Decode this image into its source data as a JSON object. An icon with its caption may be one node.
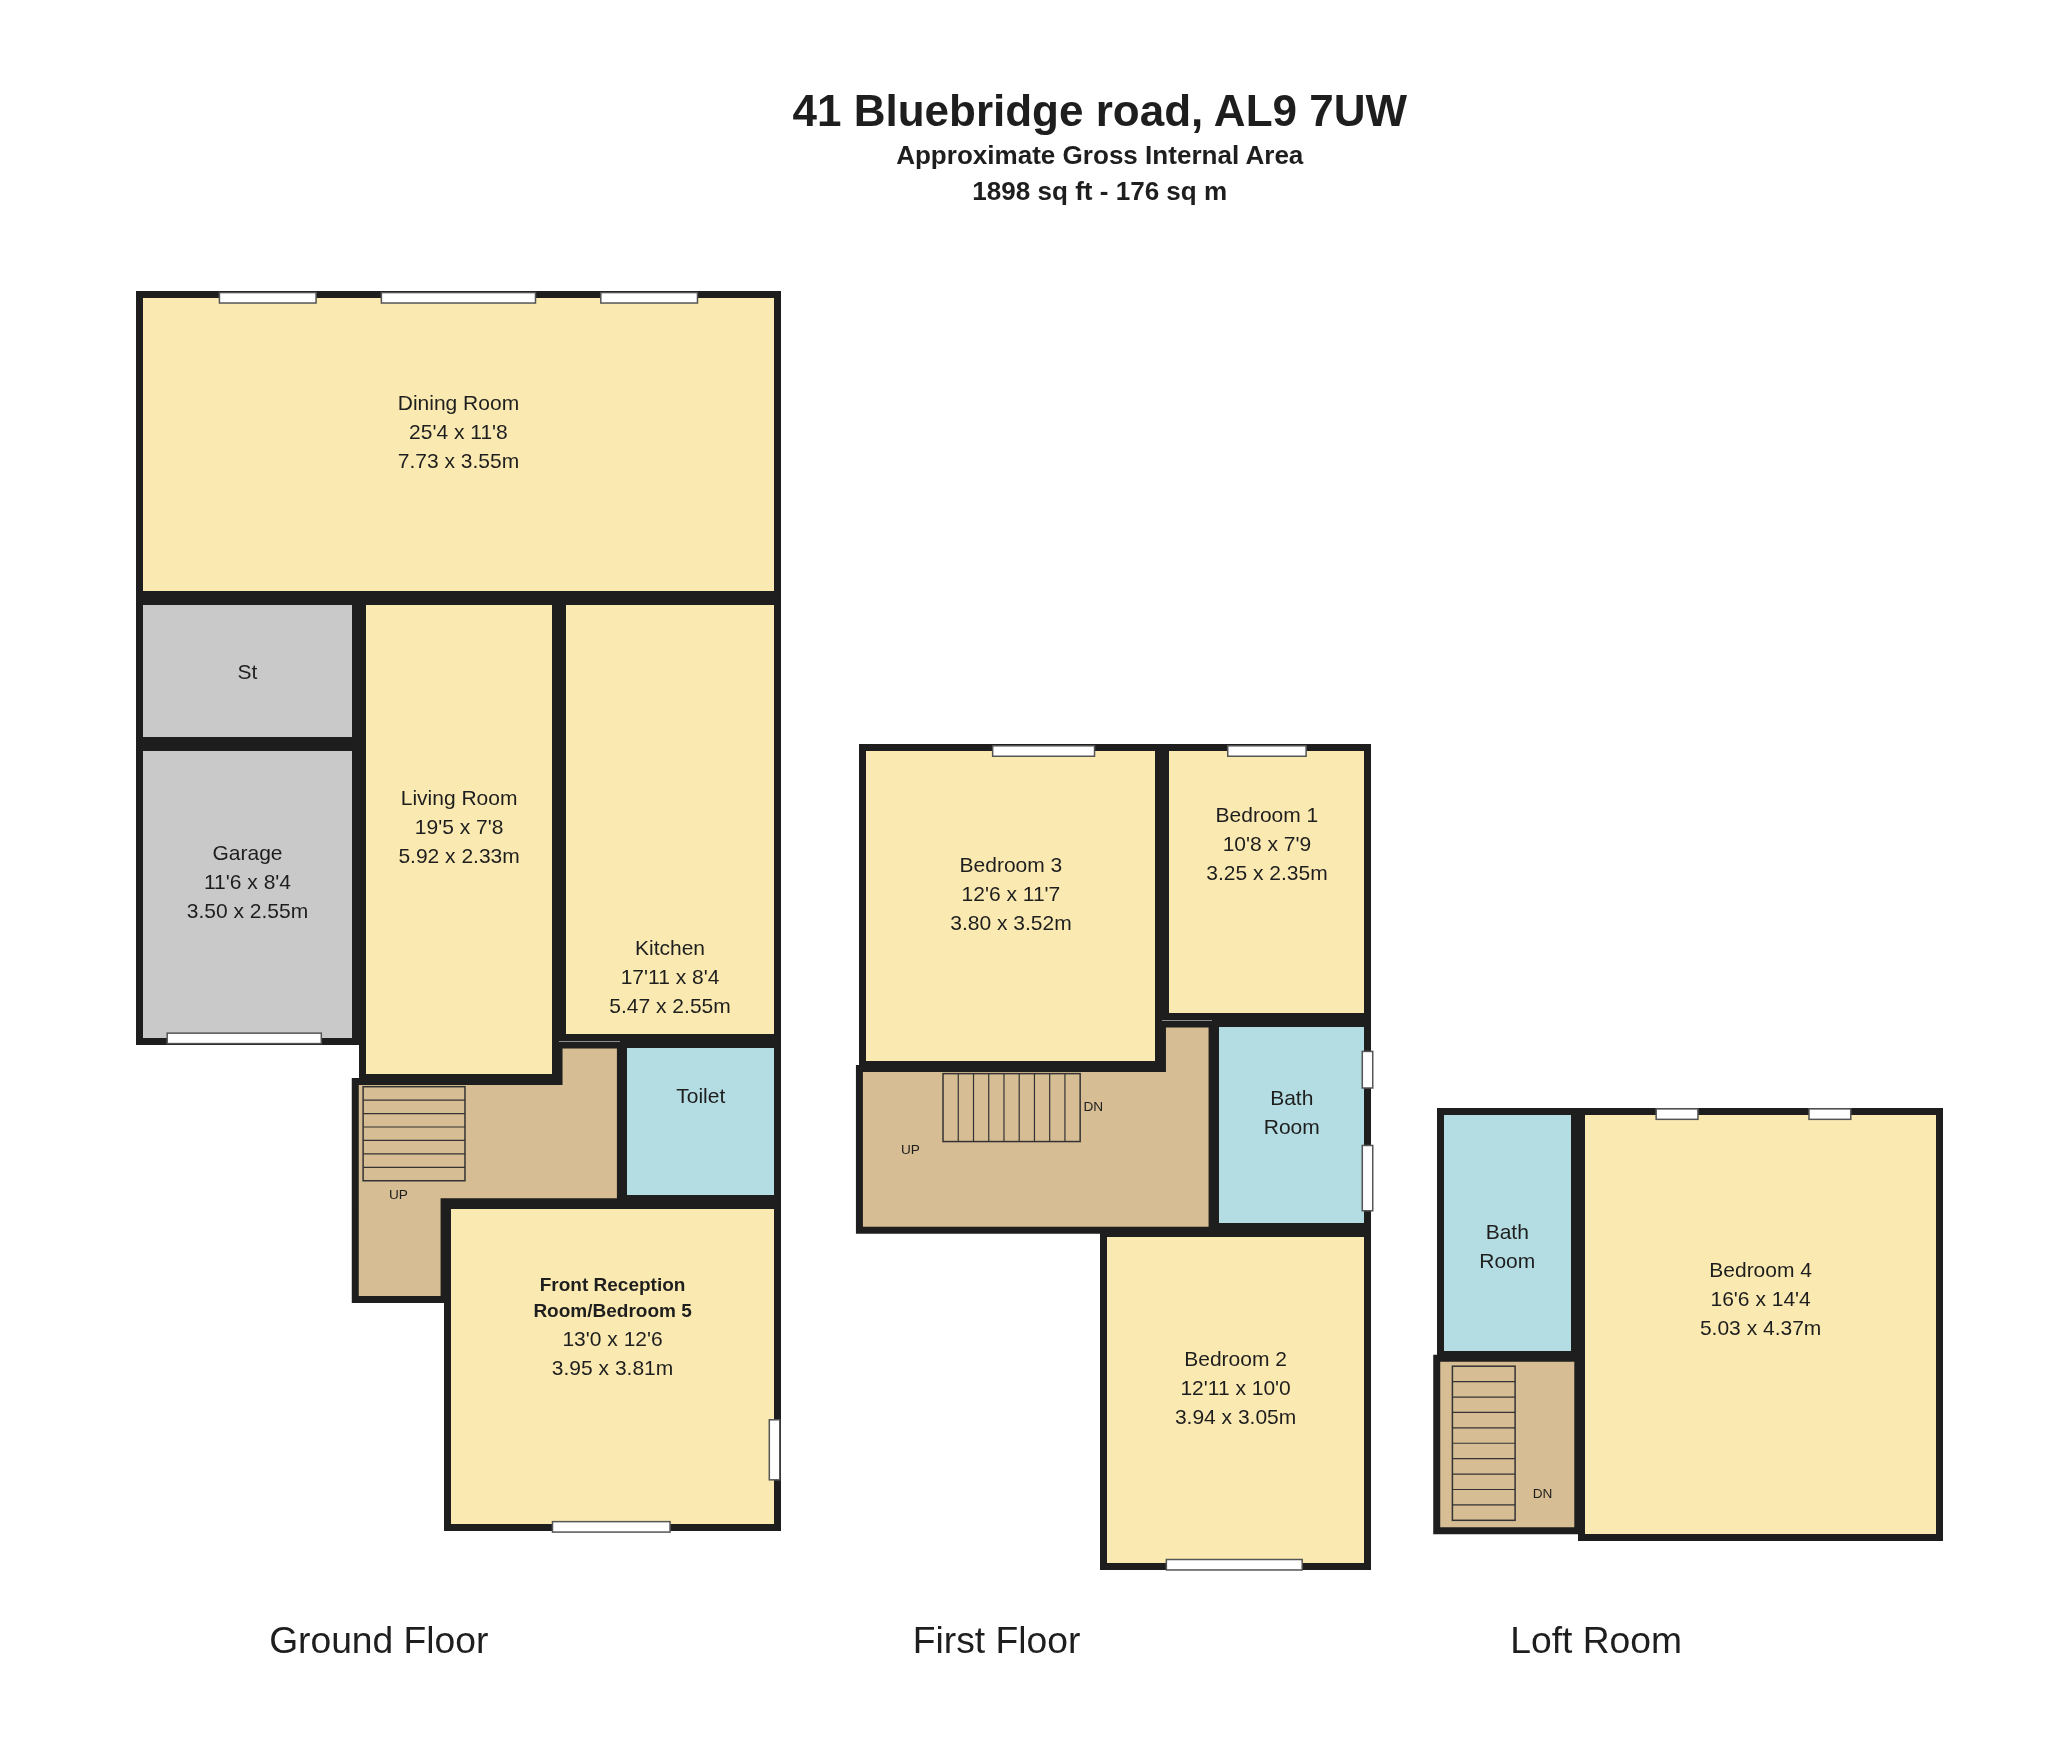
{
  "diagram": {
    "title": "41 Bluebridge road, AL9 7UW",
    "nodes": [
      {
        "text": [
          "Dining Room",
          "25'4 x 11'8",
          "7.73 x 3.55m"
        ]
      },
      {
        "text": [
          "St"
        ]
      },
      {
        "text": [
          "Living Room",
          "19'5 x 7'8",
          "5.92 x 2.33m"
        ]
      },
      {
        "text": [
          "Kitchen",
          "17'11 x 8'4",
          "5.47 x 2.55m"
        ]
      },
      {
        "text": [
          "Garage",
          "11'6 x 8'4",
          "3.50 x 2.55m"
        ]
      },
      {
        "text": [
          "Toilet"
        ]
      },
      {
        "text": [
          "Front Reception Room/Bedroom 5",
          "13'0 x 12'6",
          "3.95 x 3.81m"
        ]
      },
      {
        "text": [
          "Bedroom 3",
          "12'6 x 11'7",
          "3.80 x 3.52m"
        ]
      },
      {
        "text": [
          "Bedroom 1",
          "10'8 x 7'9",
          "3.25 x 2.35m"
        ]
      },
      {
        "text": [
          "Bath Room"
        ]
      },
      {
        "text": [
          "Bedroom 2",
          "12'11 x 10'0",
          "3.94 x 3.05m"
        ]
      },
      {
        "text": [
          "Bath Room"
        ]
      },
      {
        "text": [
          "Bedroom 4",
          "16'6 x 14'4",
          "5.03 x 4.37m"
        ]
      }
    ],
    "labels": [
      "Approximate Gross Internal Area",
      "1898 sq ft - 176 sq m",
      "UP",
      "UP",
      "DN",
      "DN",
      "Ground Floor",
      "First Floor",
      "Loft Room"
    ]
  }
}
